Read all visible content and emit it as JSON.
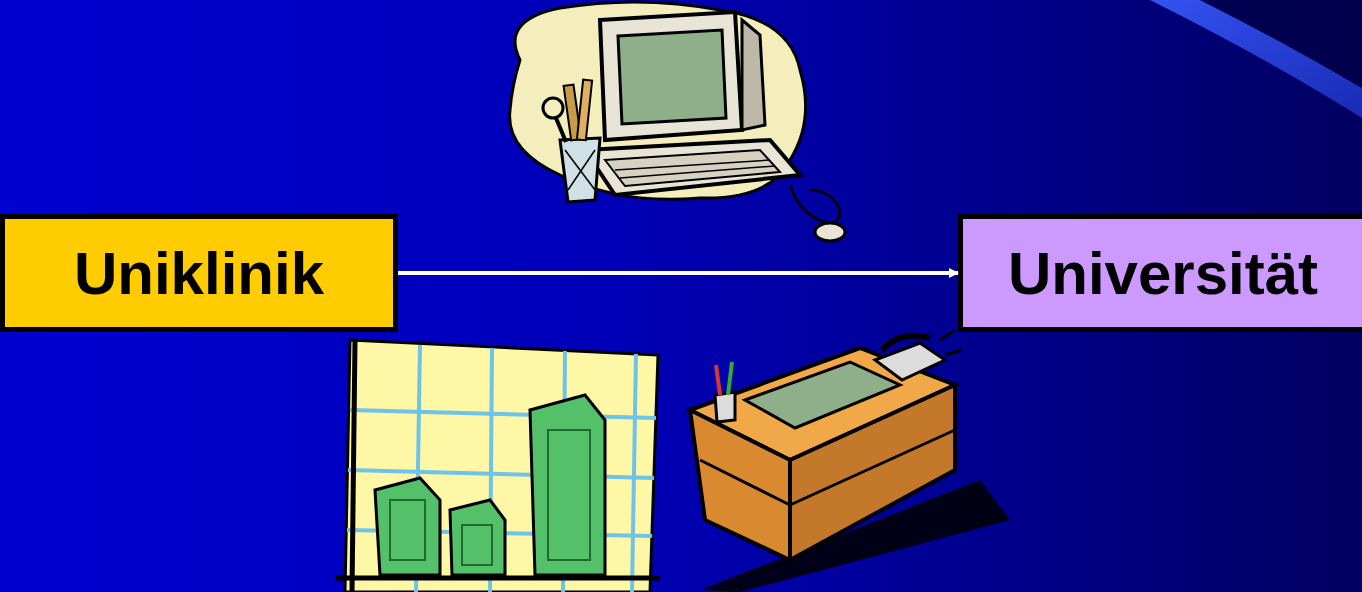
{
  "diagram": {
    "nodes": [
      {
        "text": [
          "Uniklinik"
        ]
      },
      {
        "text": [
          "Universität"
        ]
      }
    ],
    "edges": [
      {
        "from": 0,
        "to": 1,
        "arrow": "to"
      }
    ]
  }
}
